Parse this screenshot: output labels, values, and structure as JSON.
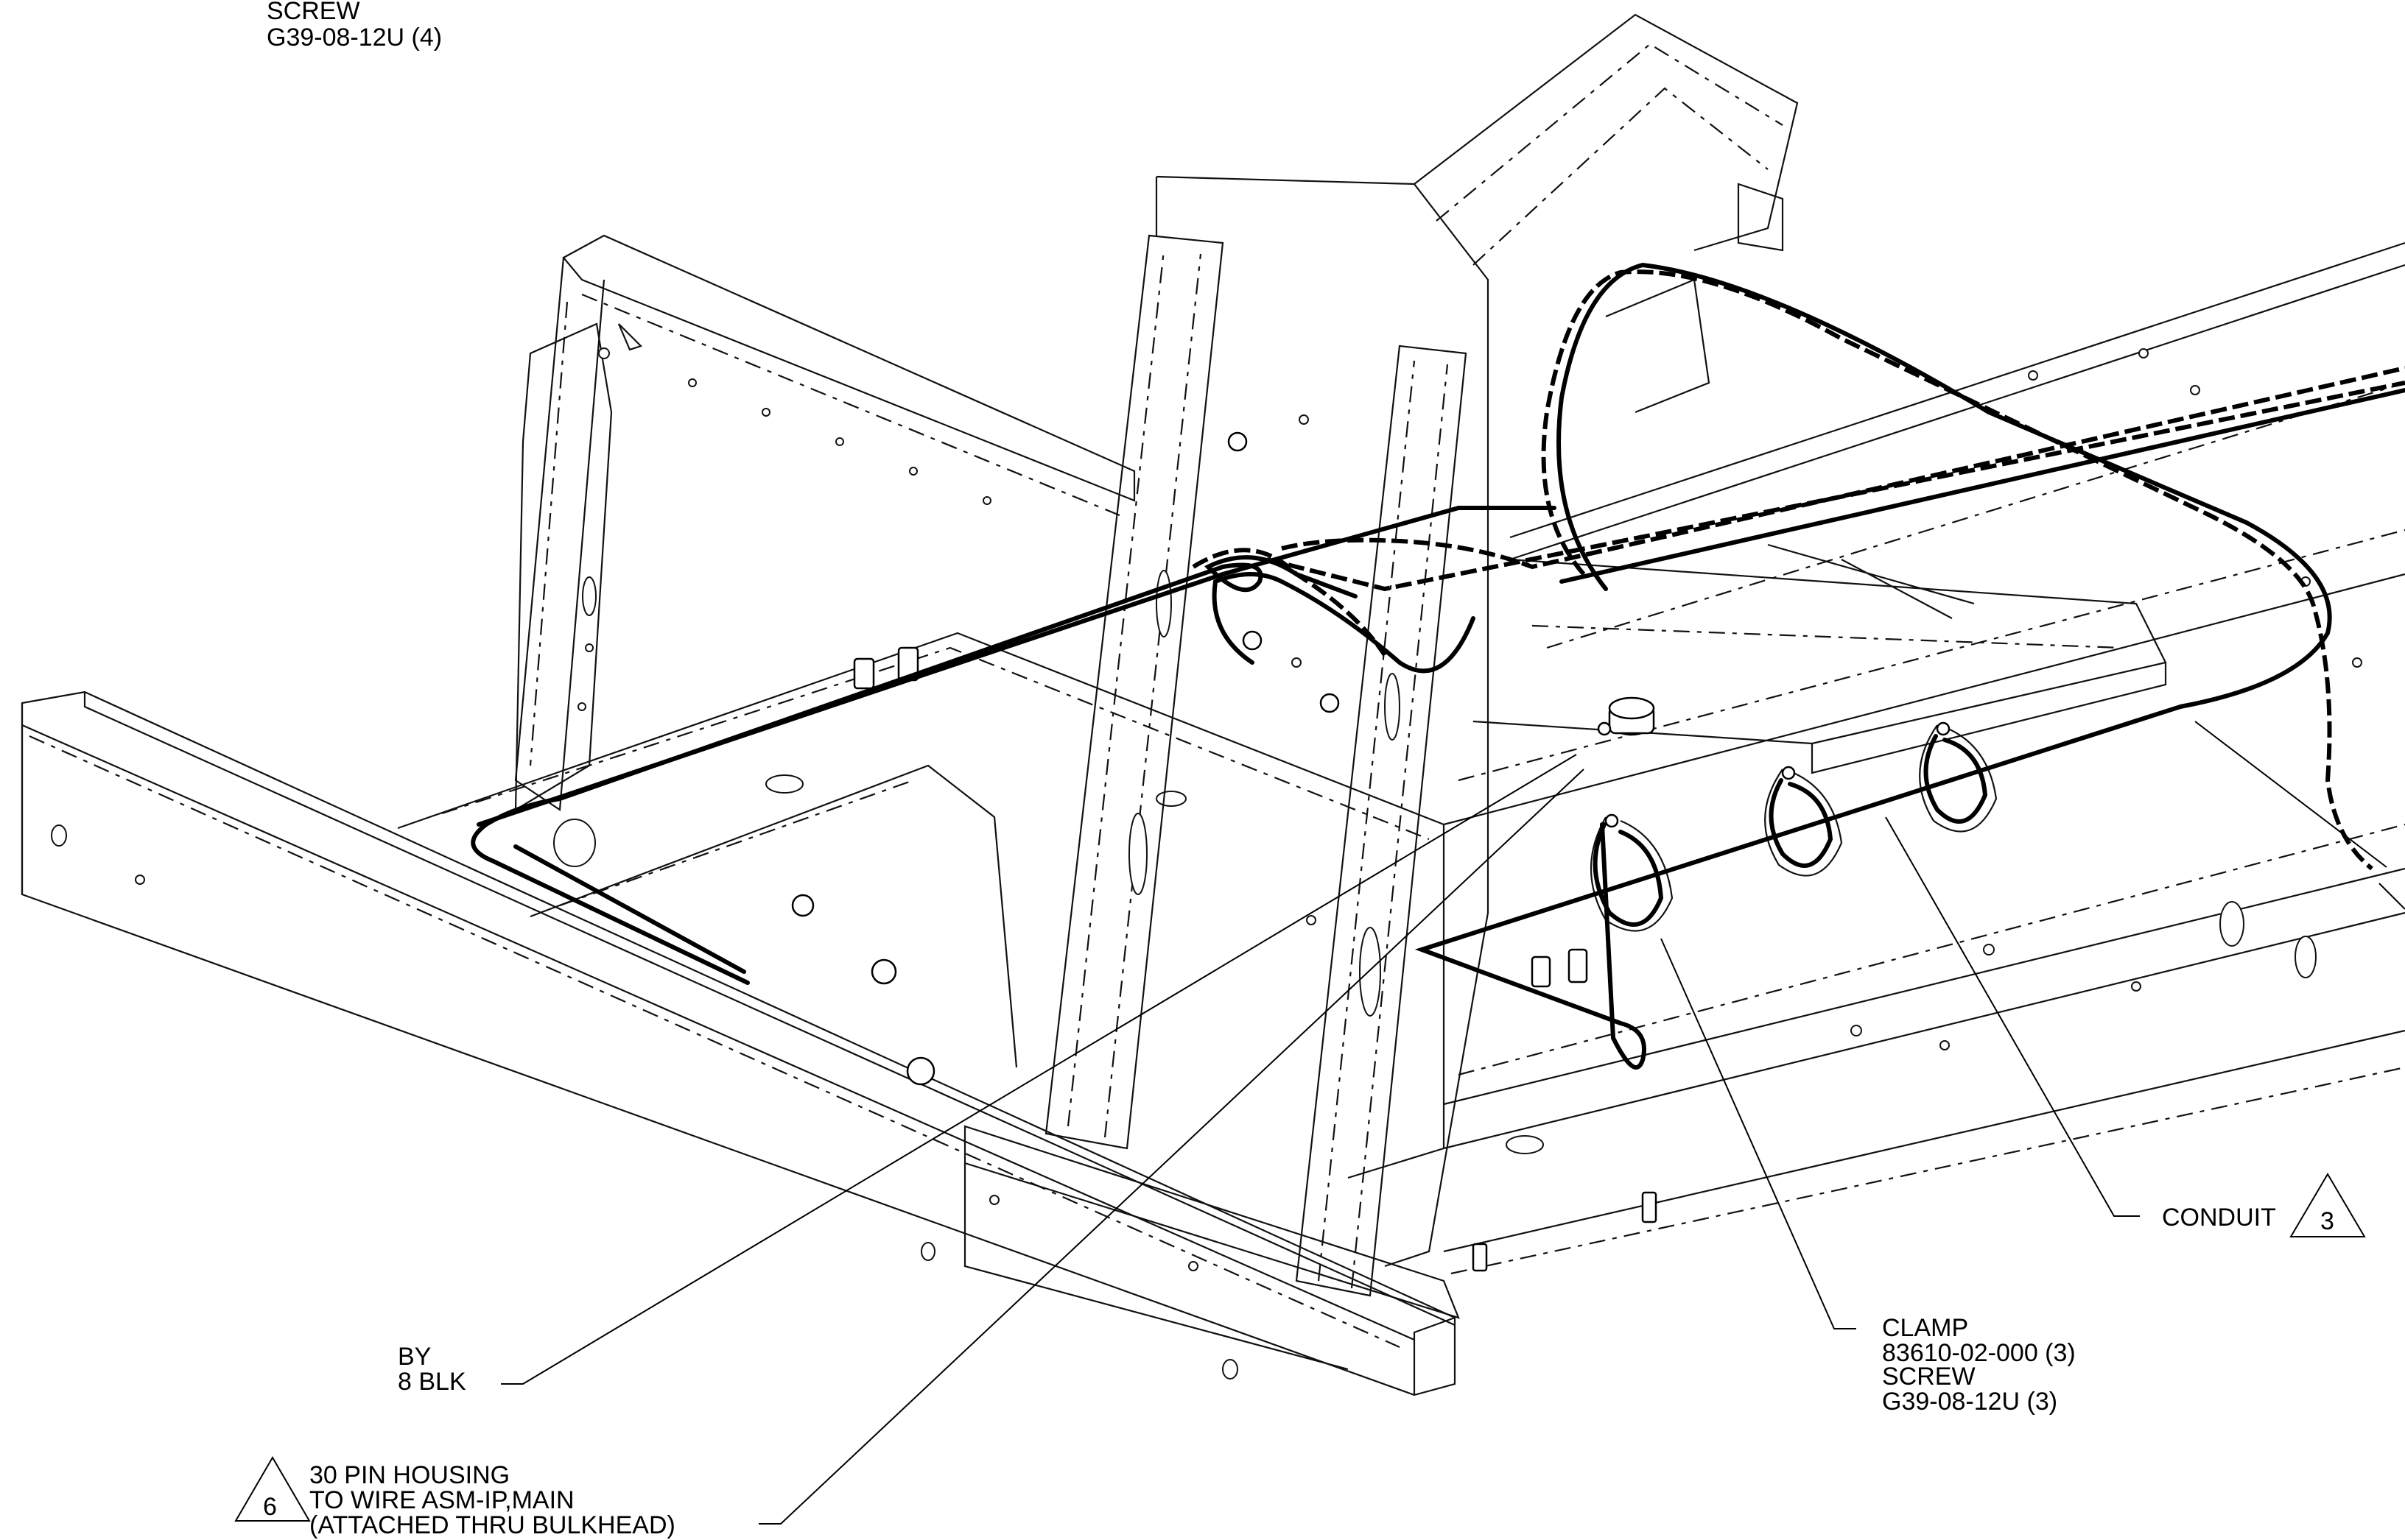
{
  "callouts": {
    "top_left": {
      "line1": "SCREW",
      "line2": "G39-08-12U (4)"
    },
    "by_blk": {
      "line1": "BY",
      "line2": "8 BLK"
    },
    "housing": {
      "flag": "6",
      "line1": "30 PIN HOUSING",
      "line2": "TO WIRE ASM-IP,MAIN",
      "line3": "(ATTACHED THRU BULKHEAD)"
    },
    "clamp": {
      "line1": "CLAMP",
      "line2": "83610-02-000 (3)",
      "line3": "SCREW",
      "line4": "G39-08-12U (3)"
    },
    "conduit": {
      "label": "CONDUIT",
      "flag": "3"
    }
  },
  "colors": {
    "ink": "#000000",
    "background": "#ffffff"
  }
}
